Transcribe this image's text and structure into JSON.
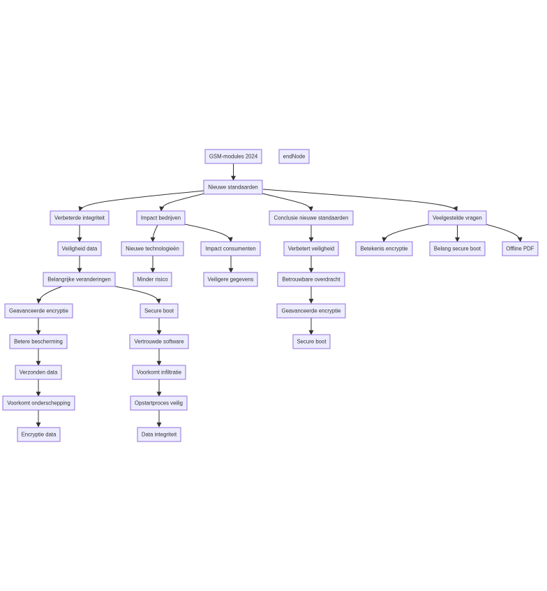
{
  "nodes": {
    "gsm": "GSM-modules 2024",
    "end": "endNode",
    "nieuwe": "Nieuwe standaarden",
    "verbint": "Verbeterde integriteit",
    "impact": "Impact bedrijven",
    "concl": "Conclusie nieuwe standaarden",
    "faq": "Veelgestelde vragen",
    "veildata": "Veiligheid data",
    "nieuwtech": "Nieuwe technologieën",
    "impcons": "Impact consumenten",
    "verbveil": "Verbetert veiligheid",
    "betenc": "Betekenis encryptie",
    "belsb": "Belang secure boot",
    "offline": "Offline PDF",
    "belang": "Belangrijke veranderingen",
    "minder": "Minder risico",
    "veiliger": "Veiligere gegevens",
    "betrouw": "Betrouwbare overdracht",
    "geavL": "Geavanceerde encryptie",
    "sbM": "Secure boot",
    "geavR": "Geavanceerde encryptie",
    "betere": "Betere bescherming",
    "vertrouwd": "Vertrouwde software",
    "sbR": "Secure boot",
    "verzonden": "Verzonden data",
    "voorkinf": "Voorkomt infiltratie",
    "voorkond": "Voorkomt onderschepping",
    "opstart": "Opstartproces veilig",
    "encdata": "Encryptie data",
    "dataint": "Data integriteit"
  },
  "colors": {
    "node_fill": "#ECECFF",
    "node_stroke": "#9370DB",
    "edge": "#333333",
    "text": "#333333"
  }
}
